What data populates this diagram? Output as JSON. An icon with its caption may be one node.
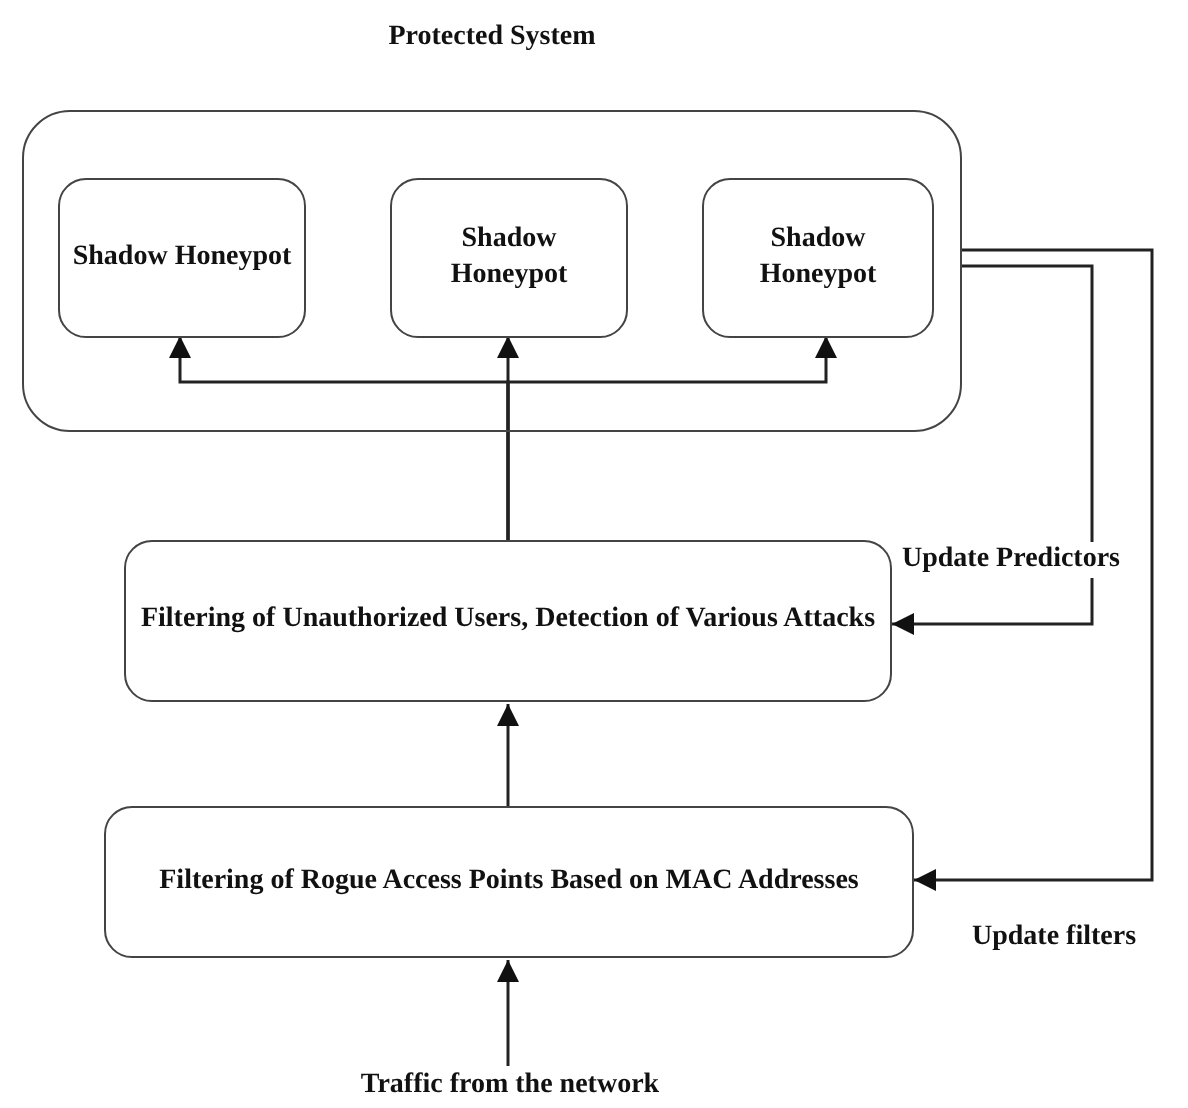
{
  "diagram": {
    "nodes": [
      {
        "text": [
          "Protected System"
        ]
      },
      {
        "text": [
          "Shadow Honeypot"
        ],
        "in": 0
      },
      {
        "text": [
          "Shadow Honeypot"
        ],
        "in": 0
      },
      {
        "text": [
          "Shadow Honeypot"
        ],
        "in": 0
      },
      {
        "text": [
          "Filtering of Unauthorized Users, Detection of Various Attacks"
        ]
      },
      {
        "text": [
          "Filtering of Rogue Access Points Based on MAC Addresses"
        ]
      },
      {
        "text": [
          "Traffic from the network"
        ]
      }
    ],
    "edges": [
      {
        "from": 6,
        "to": 5,
        "arrow": "to"
      },
      {
        "from": 5,
        "to": 4,
        "arrow": "to"
      },
      {
        "from": 4,
        "to": 1,
        "arrow": "to"
      },
      {
        "from": 4,
        "to": 2,
        "arrow": "to"
      },
      {
        "from": 4,
        "to": 3,
        "arrow": "to"
      },
      {
        "from": 0,
        "to": 4,
        "arrow": "to",
        "label": "Update Predictors"
      },
      {
        "from": 0,
        "to": 5,
        "arrow": "to",
        "label": "Update filters"
      }
    ]
  }
}
